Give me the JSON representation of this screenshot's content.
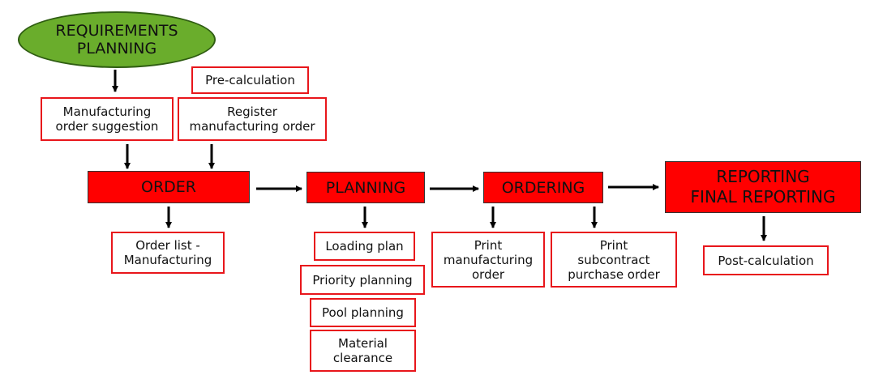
{
  "colors": {
    "start_fill": "#6aad2c",
    "stage_fill": "#ff0000",
    "box_border": "#e8161b",
    "arrow": "#000000"
  },
  "nodes": {
    "requirements_planning": "REQUIREMENTS\nPLANNING",
    "pre_calculation": "Pre-calculation",
    "manufacturing_order_suggestion": "Manufacturing\norder suggestion",
    "register_manufacturing_order": "Register\nmanufacturing order",
    "order": "ORDER",
    "planning": "PLANNING",
    "ordering": "ORDERING",
    "reporting": "REPORTING\nFINAL REPORTING",
    "order_list_manufacturing": "Order list -\nManufacturing",
    "loading_plan": "Loading plan",
    "priority_planning": "Priority planning",
    "pool_planning": "Pool planning",
    "material_clearance": "Material\nclearance",
    "print_manufacturing_order": "Print\nmanufacturing\norder",
    "print_subcontract_purchase_order": "Print\nsubcontract\npurchase order",
    "post_calculation": "Post-calculation"
  }
}
